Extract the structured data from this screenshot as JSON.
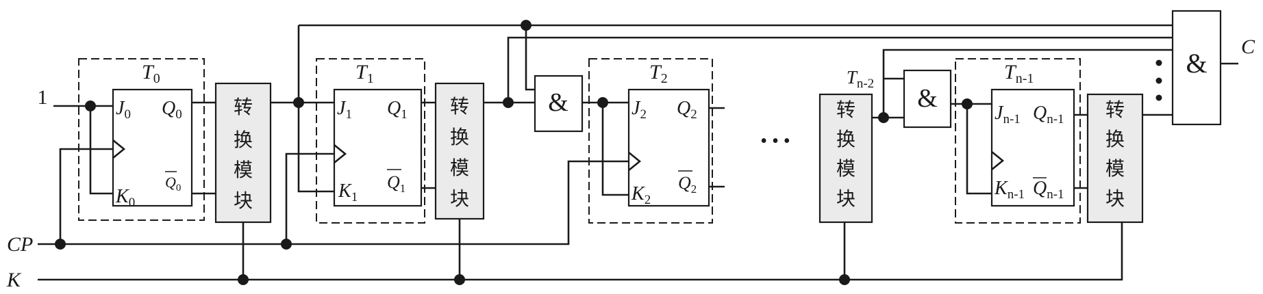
{
  "inputs": {
    "one": "1",
    "cp": "CP",
    "k": "K",
    "tn2_base": "T",
    "tn2_sub": "n-2"
  },
  "output": {
    "c": "C"
  },
  "flipflops": [
    {
      "title": "T",
      "title_sub": "0",
      "j": "J",
      "j_sub": "0",
      "q": "Q",
      "q_sub": "0",
      "k": "K",
      "k_sub": "0",
      "qb": "Q",
      "qb_sub": "0"
    },
    {
      "title": "T",
      "title_sub": "1",
      "j": "J",
      "j_sub": "1",
      "q": "Q",
      "q_sub": "1",
      "k": "K",
      "k_sub": "1",
      "qb": "Q",
      "qb_sub": "1"
    },
    {
      "title": "T",
      "title_sub": "2",
      "j": "J",
      "j_sub": "2",
      "q": "Q",
      "q_sub": "2",
      "k": "K",
      "k_sub": "2",
      "qb": "Q",
      "qb_sub": "2"
    },
    {
      "title": "T",
      "title_sub": "n-1",
      "j": "J",
      "j_sub": "n-1",
      "q": "Q",
      "q_sub": "n-1",
      "k": "K",
      "k_sub": "n-1",
      "qb": "Q",
      "qb_sub": "n-1"
    }
  ],
  "converter": {
    "c1": "转",
    "c2": "换",
    "c3": "模",
    "c4": "块"
  },
  "gates": {
    "and_symbol": "&"
  },
  "ellipsis": "• • •"
}
